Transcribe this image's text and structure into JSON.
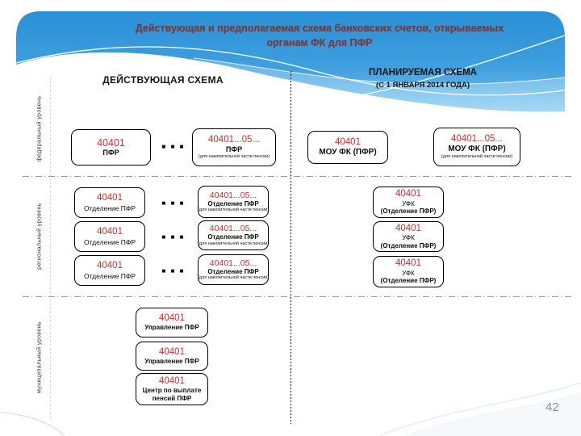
{
  "slide": {
    "title": "Действующая и предполагаемая схема банковских счетов, открываемых органам ФК для ПФР",
    "page_number": "42"
  },
  "schemes": {
    "current": {
      "header": "ДЕЙСТВУЮЩАЯ СХЕМА"
    },
    "planned": {
      "header": "ПЛАНИРУЕМАЯ СХЕМА",
      "subheader": "(С 1 ЯНВАРЯ 2014 ГОДА)"
    }
  },
  "levels": {
    "federal": "федеральный уровень",
    "regional": "региональный уровень",
    "municipal": "муниципальный уровень"
  },
  "ellipsis": "■ ■ ■",
  "boxes": {
    "federal_current_pfr": {
      "account": "40401",
      "name": "ПФР"
    },
    "federal_current_pfr_multi": {
      "account": "40401...05...",
      "name": "ПФР",
      "note": "(для накопительной части пенсии)"
    },
    "federal_planned_mou": {
      "account": "40401",
      "name": "МОУ ФК (ПФР)"
    },
    "federal_planned_mou_multi": {
      "account": "40401...05...",
      "name": "МОУ ФК (ПФР)",
      "note": "(для накопительной части пенсии)"
    },
    "regional_current": [
      {
        "account": "40401",
        "name": "Отделение ПФР"
      },
      {
        "account": "40401",
        "name": "Отделение ПФР"
      },
      {
        "account": "40401",
        "name": "Отделение ПФР"
      }
    ],
    "regional_current_multi": [
      {
        "account": "40401...05...",
        "name": "Отделение ПФР",
        "note": "(для накопительной части пенсии)"
      },
      {
        "account": "40401...05...",
        "name": "Отделение ПФР",
        "note": "(для накопительной части пенсии)"
      },
      {
        "account": "40401...05...",
        "name": "Отделение ПФР",
        "note": "(для накопительной части пенсии)"
      }
    ],
    "regional_planned": [
      {
        "account": "40401",
        "name": "УФК",
        "subname": "(Отделение ПФР)"
      },
      {
        "account": "40401",
        "name": "УФК",
        "subname": "(Отделение ПФР)"
      },
      {
        "account": "40401",
        "name": "УФК",
        "subname": "(Отделение ПФР)"
      }
    ],
    "municipal_current": [
      {
        "account": "40401",
        "name": "Управление ПФР"
      },
      {
        "account": "40401",
        "name": "Управление ПФР"
      },
      {
        "account": "40401",
        "name": "Центр по выплате пенсий ПФР"
      }
    ]
  },
  "colors": {
    "accent_red": "#c53232",
    "header_blue": "#2f96da",
    "title_text": "#7d3636",
    "divider_gray": "#9b9b9b"
  }
}
